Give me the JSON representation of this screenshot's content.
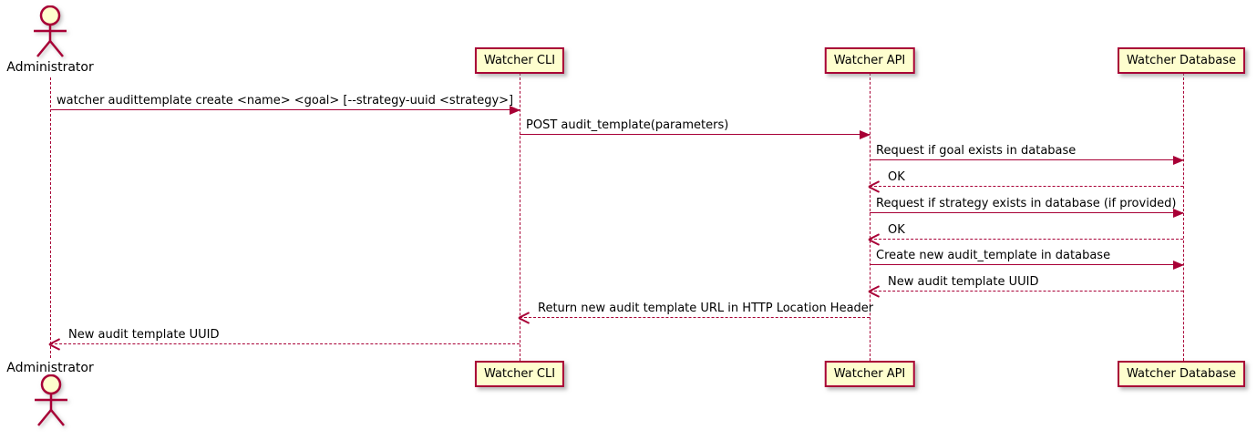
{
  "diagram": {
    "type": "uml-sequence",
    "colors": {
      "accent": "#A80036",
      "participant_fill": "#FEFECE",
      "text": "#000000",
      "background": "#FFFFFF"
    },
    "actor": {
      "name": "Administrator"
    },
    "participants": [
      {
        "label": "Watcher CLI"
      },
      {
        "label": "Watcher API"
      },
      {
        "label": "Watcher Database"
      }
    ],
    "messages": [
      {
        "from": "Administrator",
        "to": "Watcher CLI",
        "style": "solid",
        "label": "watcher audittemplate create <name> <goal> [--strategy-uuid <strategy>]"
      },
      {
        "from": "Watcher CLI",
        "to": "Watcher API",
        "style": "solid",
        "label": "POST audit_template(parameters)"
      },
      {
        "from": "Watcher API",
        "to": "Watcher Database",
        "style": "solid",
        "label": "Request if goal exists in database"
      },
      {
        "from": "Watcher Database",
        "to": "Watcher API",
        "style": "dashed",
        "label": "OK"
      },
      {
        "from": "Watcher API",
        "to": "Watcher Database",
        "style": "solid",
        "label": "Request if strategy exists in database (if provided)"
      },
      {
        "from": "Watcher Database",
        "to": "Watcher API",
        "style": "dashed",
        "label": "OK"
      },
      {
        "from": "Watcher API",
        "to": "Watcher Database",
        "style": "solid",
        "label": "Create new audit_template in database"
      },
      {
        "from": "Watcher Database",
        "to": "Watcher API",
        "style": "dashed",
        "label": "New audit template UUID"
      },
      {
        "from": "Watcher API",
        "to": "Watcher CLI",
        "style": "dashed",
        "label": "Return new audit template URL in HTTP Location Header"
      },
      {
        "from": "Watcher CLI",
        "to": "Administrator",
        "style": "dashed",
        "label": "New audit template UUID"
      }
    ]
  }
}
